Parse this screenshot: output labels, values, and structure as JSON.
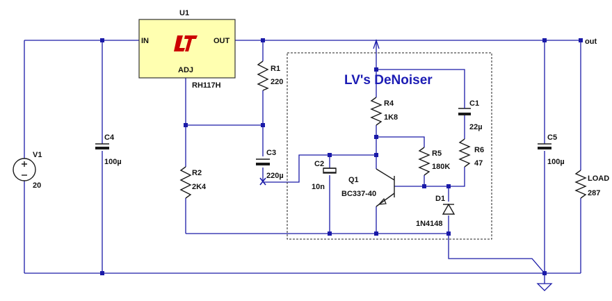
{
  "title": "LV's DeNoiser",
  "net_label_out": "out",
  "components": {
    "u1": {
      "ref": "U1",
      "part": "RH117H",
      "pin_in": "IN",
      "pin_out": "OUT",
      "pin_adj": "ADJ",
      "fill_color": "#ffffb0"
    },
    "v1": {
      "ref": "V1",
      "value": "20"
    },
    "c4": {
      "ref": "C4",
      "value": "100µ"
    },
    "r1": {
      "ref": "R1",
      "value": "220"
    },
    "r2": {
      "ref": "R2",
      "value": "2K4"
    },
    "c3": {
      "ref": "C3",
      "value": "220µ"
    },
    "c2": {
      "ref": "C2",
      "value": "10n"
    },
    "r4": {
      "ref": "R4",
      "value": "1K8"
    },
    "r5": {
      "ref": "R5",
      "value": "180K"
    },
    "q1": {
      "ref": "Q1",
      "value": "BC337-40"
    },
    "c1": {
      "ref": "C1",
      "value": "22µ"
    },
    "r6": {
      "ref": "R6",
      "value": "47"
    },
    "d1": {
      "ref": "D1",
      "value": "1N4148"
    },
    "c5": {
      "ref": "C5",
      "value": "100µ"
    },
    "load": {
      "ref": "LOAD",
      "value": "287"
    }
  },
  "colors": {
    "wire": "#1a1aa8",
    "logo": "#cc0000",
    "title": "#1c1cb4"
  }
}
